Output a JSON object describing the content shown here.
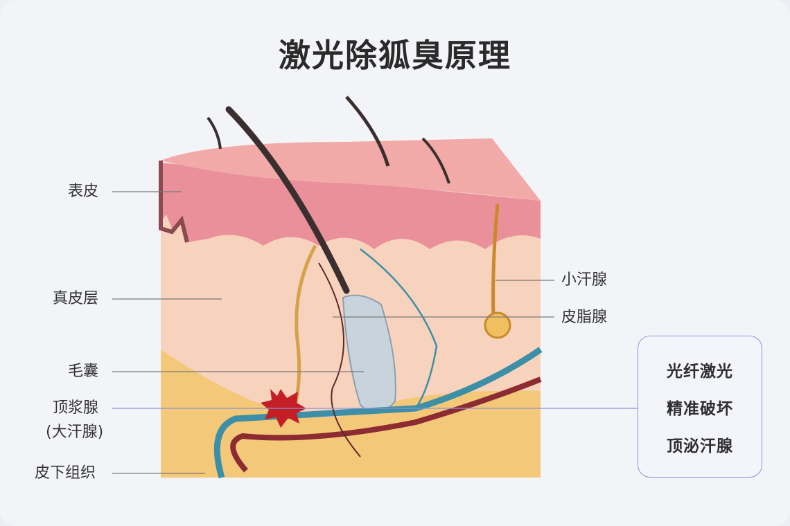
{
  "title": "激光除狐臭原理",
  "left_labels": {
    "epidermis": "表皮",
    "dermis": "真皮层",
    "hair_follicle": "毛囊",
    "apocrine_gland": "顶浆腺",
    "apocrine_gland_alt": "(大汗腺)",
    "subcutaneous": "皮下组织"
  },
  "right_labels": {
    "eccrine_gland": "小汗腺",
    "sebaceous_gland": "皮脂腺"
  },
  "callout": {
    "lines": [
      "光纤激光",
      "精准破坏",
      "顶泌汗腺"
    ],
    "border_color": "#8d92d8"
  }
}
